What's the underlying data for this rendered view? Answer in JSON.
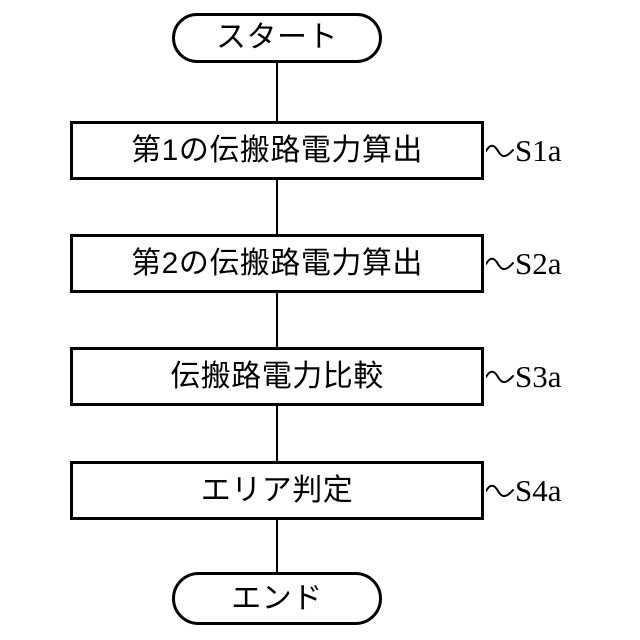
{
  "diagram": {
    "type": "flowchart",
    "orientation": "vertical",
    "title": "",
    "start": {
      "shape": "terminal",
      "label": "スタート"
    },
    "end": {
      "shape": "terminal",
      "label": "エンド"
    },
    "steps": [
      {
        "shape": "process",
        "label": "第1の伝搬路電力算出",
        "step_id": "S1a"
      },
      {
        "shape": "process",
        "label": "第2の伝搬路電力算出",
        "step_id": "S2a"
      },
      {
        "shape": "process",
        "label": "伝搬路電力比較",
        "step_id": "S3a"
      },
      {
        "shape": "process",
        "label": "エリア判定",
        "step_id": "S4a"
      }
    ],
    "connectors": [
      {
        "from": "start",
        "to": "S1a"
      },
      {
        "from": "S1a",
        "to": "S2a"
      },
      {
        "from": "S2a",
        "to": "S3a"
      },
      {
        "from": "S3a",
        "to": "S4a"
      },
      {
        "from": "S4a",
        "to": "end"
      }
    ],
    "colors": {
      "stroke": "#000000",
      "fill": "#ffffff",
      "text": "#000000"
    }
  }
}
